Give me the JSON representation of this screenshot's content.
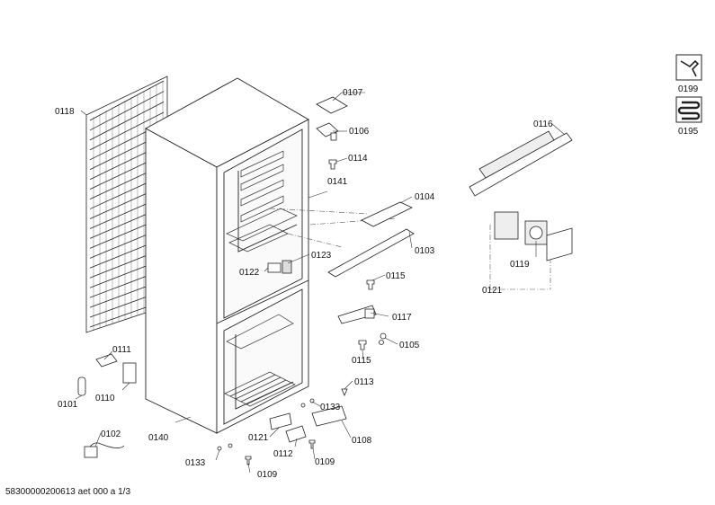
{
  "labels": {
    "p0107": "0107",
    "p0106": "0106",
    "p0114": "0114",
    "p0141": "0141",
    "p0104": "0104",
    "p0103": "0103",
    "p0123": "0123",
    "p0122": "0122",
    "p0115a": "0115",
    "p0117": "0117",
    "p0105": "0105",
    "p0115b": "0115",
    "p0113": "0113",
    "p0133a": "0133",
    "p0108": "0108",
    "p0109a": "0109",
    "p0112": "0112",
    "p0121a": "0121",
    "p0140": "0140",
    "p0133b": "0133",
    "p0109b": "0109",
    "p0118": "0118",
    "p0111": "0111",
    "p0110": "0110",
    "p0101": "0101",
    "p0102": "0102",
    "p0116": "0116",
    "p0119": "0119",
    "p0121b": "0121",
    "p0199": "0199",
    "p0195": "0195"
  },
  "icons": {
    "service": "wrench-service-icon",
    "coil": "refrigerant-coil-icon"
  },
  "footer": "58300000200613 aet 000 a 1/3"
}
